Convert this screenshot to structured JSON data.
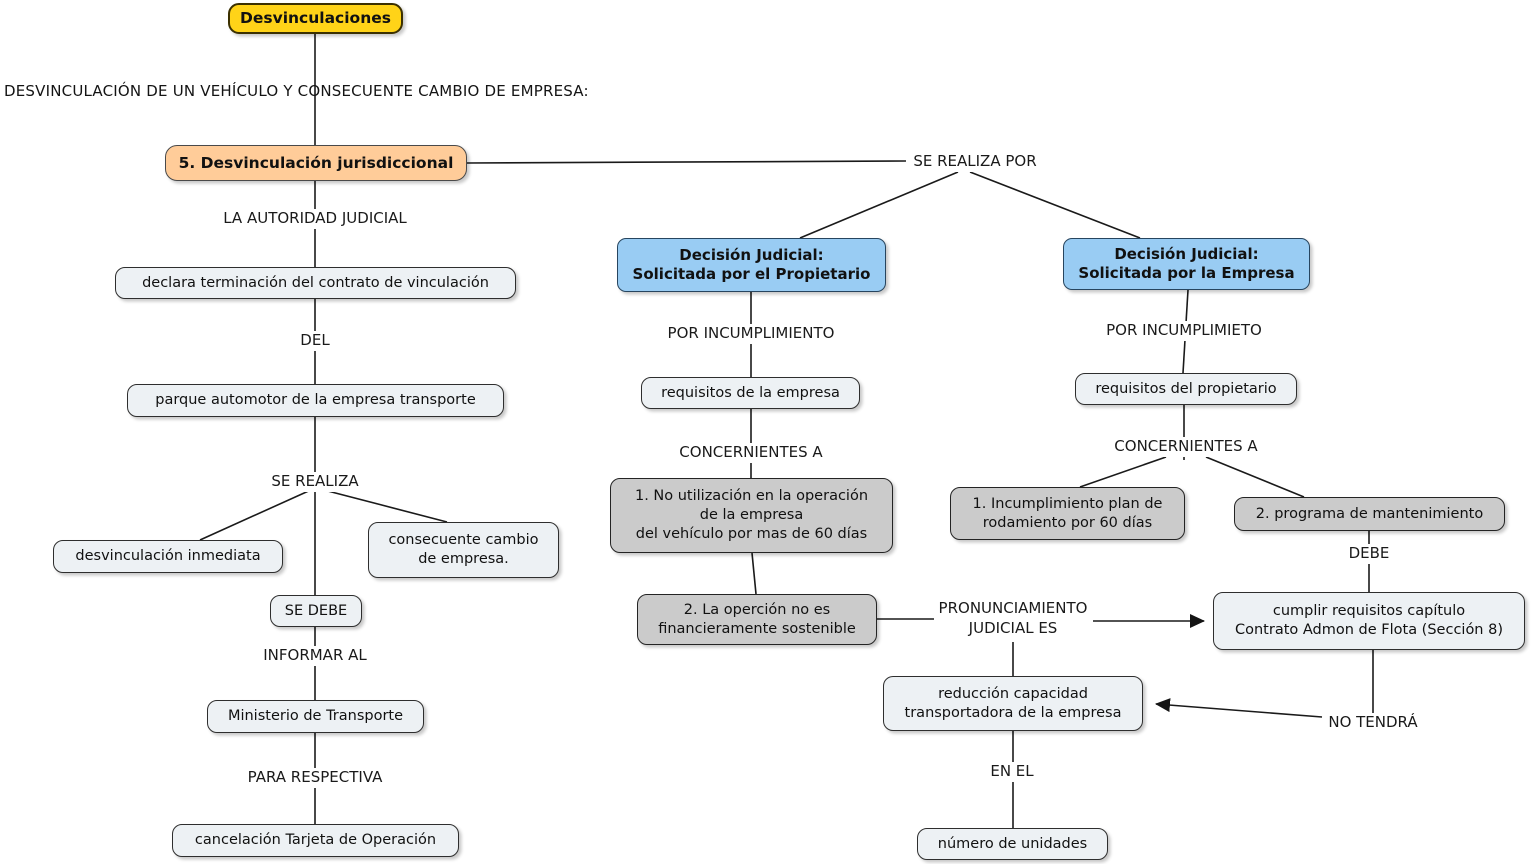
{
  "title": "DESVINCULACIÓN DE UN VEHÍCULO Y CONSECUENTE CAMBIO DE EMPRESA:",
  "nodes": {
    "root": {
      "text": "Desvinculaciones"
    },
    "main": {
      "text": "5. Desvinculación jurisdiccional"
    },
    "decision_owner": {
      "text": "Decisión Judicial:\nSolicitada por el Propietario"
    },
    "decision_company": {
      "text": "Decisión Judicial:\nSolicitada por la Empresa"
    },
    "declara": {
      "text": "declara terminación del contrato de vinculación"
    },
    "parque": {
      "text": "parque automotor de la empresa transporte"
    },
    "desvinculacion_inmediata": {
      "text": "desvinculación inmediata"
    },
    "cambio_empresa": {
      "text": "consecuente cambio\nde empresa."
    },
    "se_debe": {
      "text": "SE DEBE"
    },
    "ministerio": {
      "text": "Ministerio de Transporte"
    },
    "cancelacion": {
      "text": "cancelación Tarjeta de Operación"
    },
    "requisitos_empresa": {
      "text": "requisitos de la empresa"
    },
    "no_utilizacion": {
      "text": "1. No utilización en la operación\nde la empresa\ndel vehículo por mas de 60 días"
    },
    "opercion": {
      "text": "2. La operción no es\nfinancieramente sostenible"
    },
    "requisitos_propietario": {
      "text": "requisitos del propietario"
    },
    "incumplimiento_plan": {
      "text": "1. Incumplimiento plan de\nrodamiento por 60 días"
    },
    "programa_mantenimiento": {
      "text": "2. programa de mantenimiento"
    },
    "cumplir_requisitos": {
      "text": "cumplir requisitos capítulo\nContrato Admon de Flota (Sección 8)"
    },
    "reduccion_capacidad": {
      "text": "reducción capacidad\ntransportadora de la empresa"
    },
    "numero_unidades": {
      "text": "número de unidades"
    }
  },
  "labels": {
    "la_autoridad_judicial": "LA AUTORIDAD JUDICIAL",
    "del": "DEL",
    "se_realiza": "SE REALIZA",
    "informar_al": "INFORMAR AL",
    "para_respectiva": "PARA RESPECTIVA",
    "se_realiza_por": "SE REALIZA POR",
    "por_incumplimiento": "POR INCUMPLIMIENTO",
    "concernientes_a_empresa": "CONCERNIENTES A",
    "pronunciamiento_judicial": "PRONUNCIAMIENTO\nJUDICIAL ES",
    "por_incumplimieto": "POR INCUMPLIMIETO",
    "concernientes_a_propietario": "CONCERNIENTES A",
    "debe": "DEBE",
    "no_tendra": "NO TENDRÁ",
    "en_el": "EN EL"
  },
  "colors": {
    "root_fill": "#FFD318",
    "main_fill": "#FFCC99",
    "decision_fill": "#99CCF3",
    "criteria_fill": "#CBCBCB",
    "node_fill": "#EDF1F4",
    "line": "#1A1A1A"
  }
}
